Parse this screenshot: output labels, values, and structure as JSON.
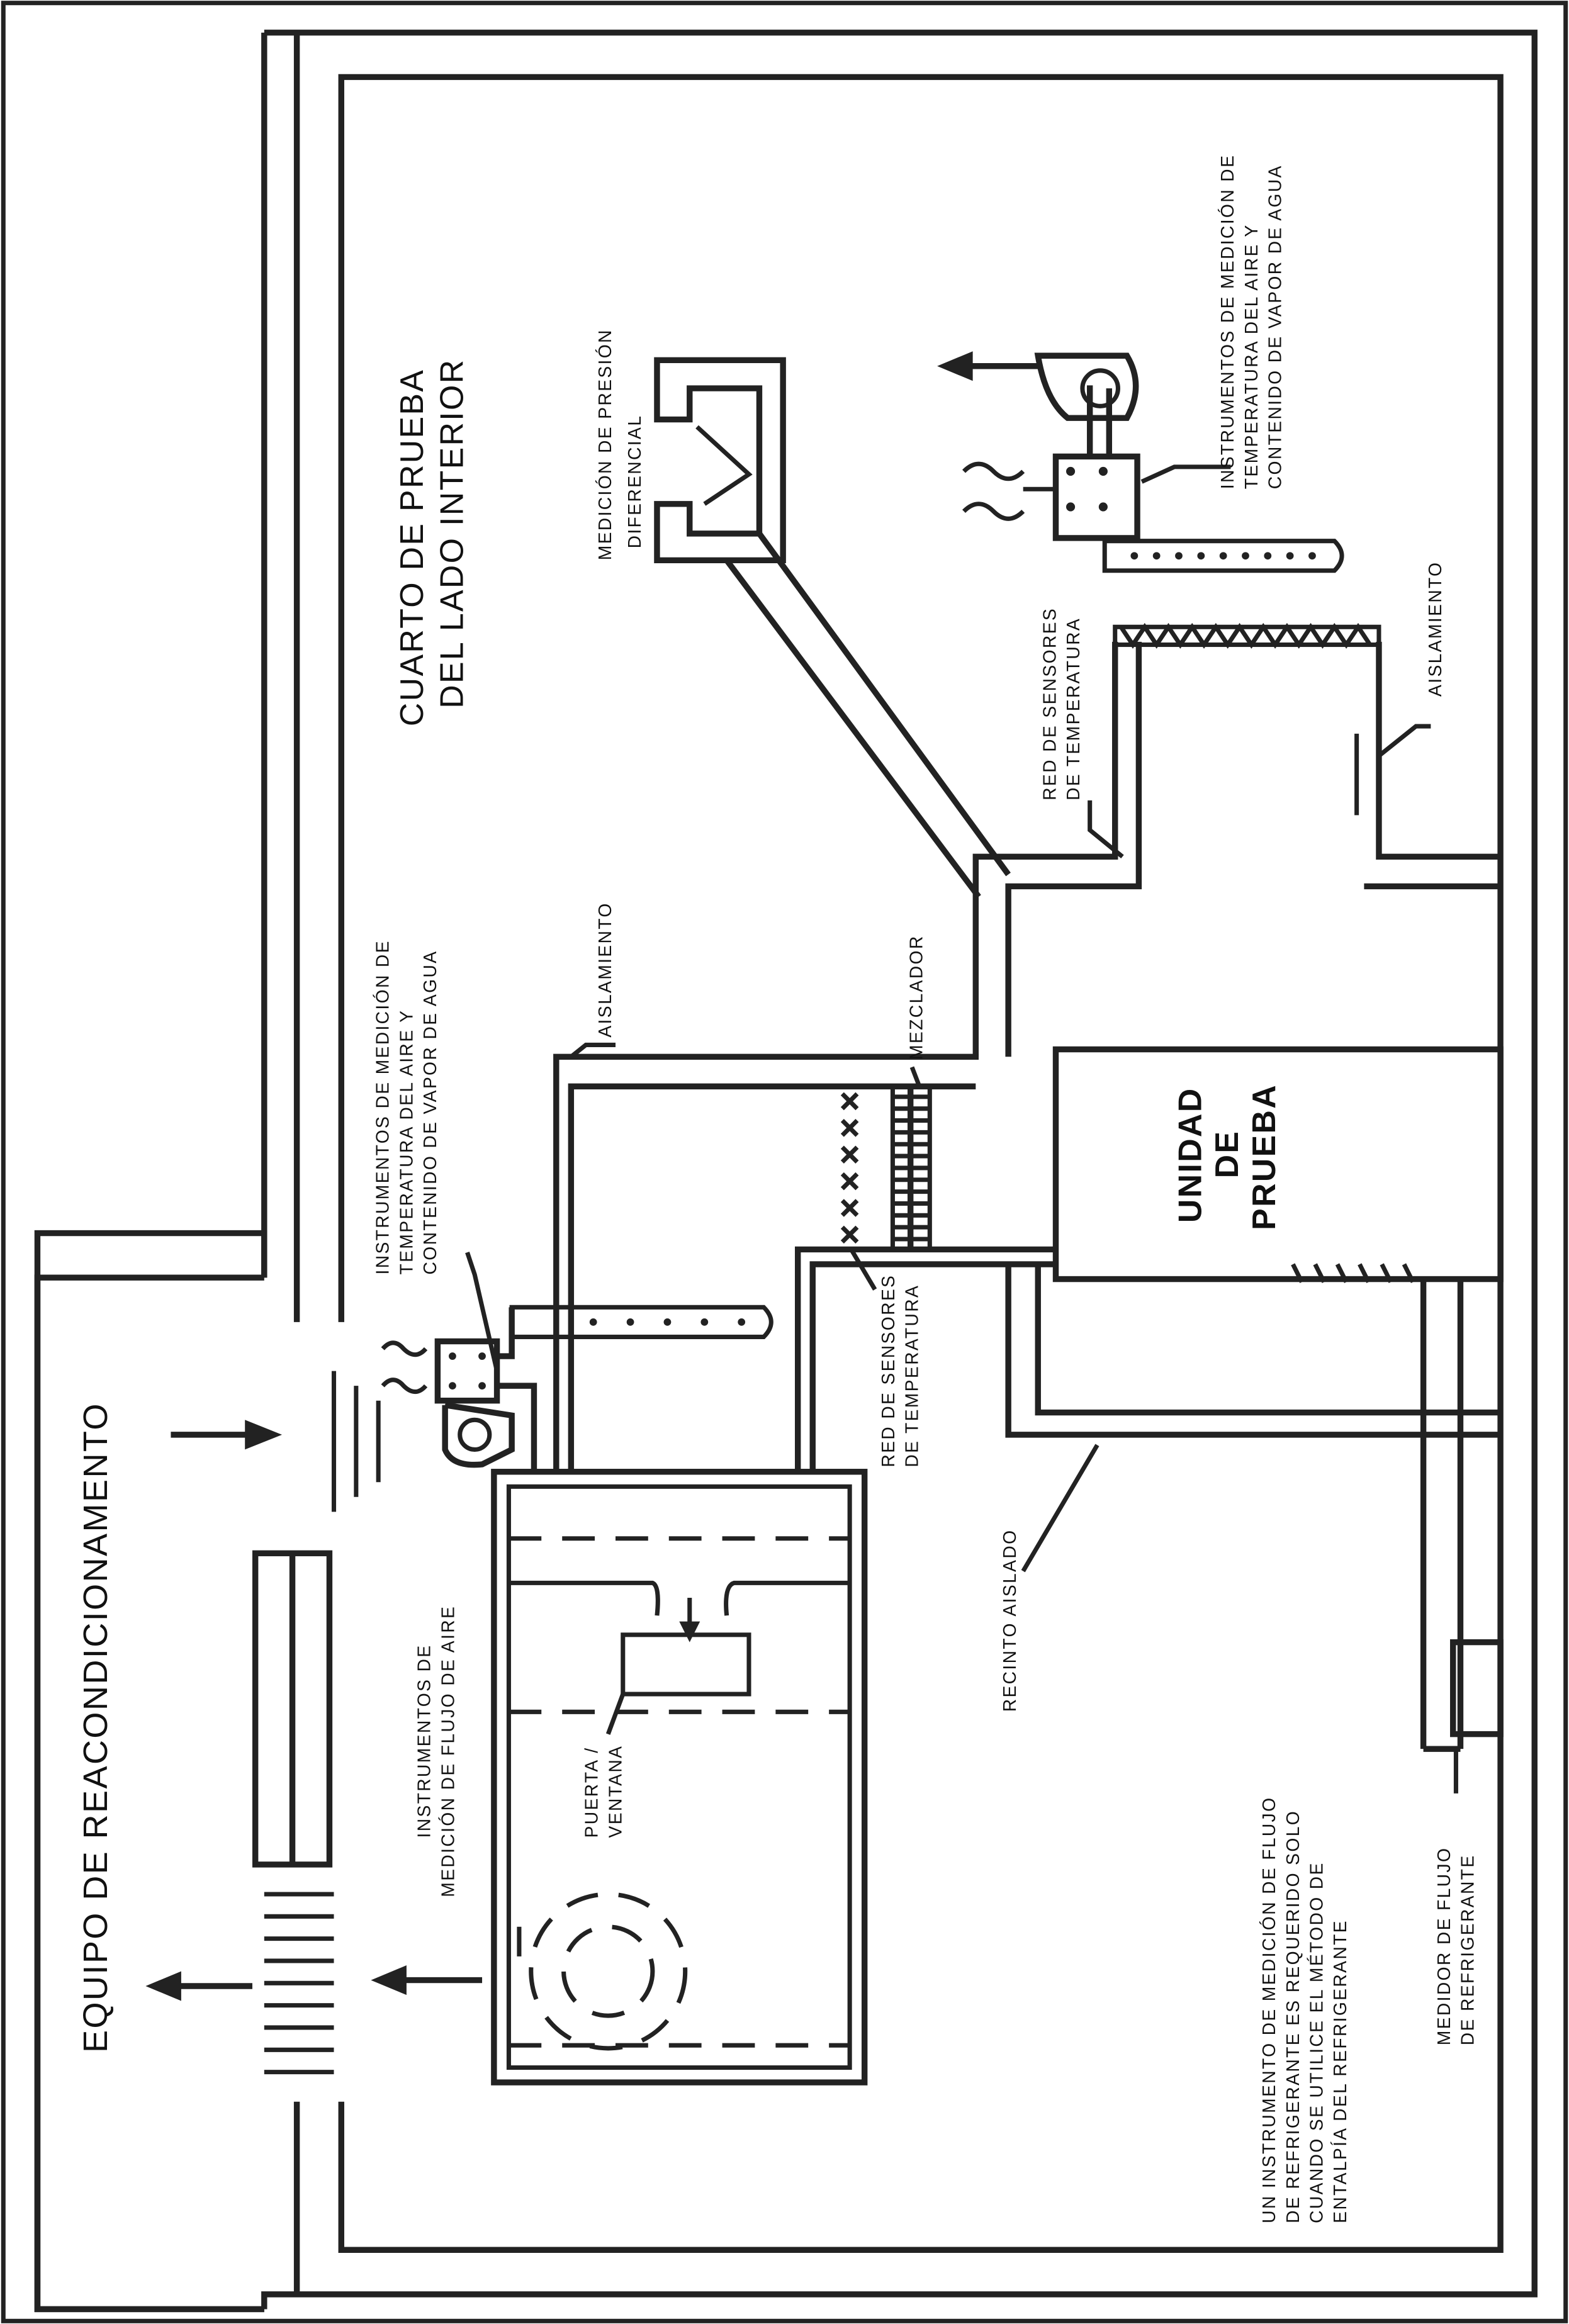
{
  "diagram": {
    "labels": {
      "room_title_1": "CUARTO DE PRUEBA",
      "room_title_2": "DEL LADO INTERIOR",
      "reconditioning": "EQUIPO DE REACONDICIONAMENTO",
      "unit_1": "UNIDAD",
      "unit_2": "DE",
      "unit_3": "PRUEBA",
      "pressure_1": "MEDICIÓN DE PRESIÓN",
      "pressure_2": "DIFERENCIAL",
      "instr_top_1": "INSTRUMENTOS DE MEDICIÓN DE",
      "instr_top_2": "TEMPERATURA DEL AIRE Y",
      "instr_top_3": "CONTENIDO DE VAPOR DE AGUA",
      "instr_left_1": "INSTRUMENTOS DE MEDICIÓN DE",
      "instr_left_2": "TEMPERATURA DEL AIRE Y",
      "instr_left_3": "CONTENIDO DE VAPOR DE AGUA",
      "sensor_top_1": "RED DE SENSORES",
      "sensor_top_2": "DE TEMPERATURA",
      "sensor_mid_1": "RED DE SENSORES",
      "sensor_mid_2": "DE TEMPERATURA",
      "insulation_top": "AISLAMIENTO",
      "insulation_left": "AISLAMIENTO",
      "mixer": "MEZCLADOR",
      "enclosure": "RECINTO AISLADO",
      "door_1": "PUERTA /",
      "door_2": "VENTANA",
      "airflow_1": "INSTRUMENTOS DE",
      "airflow_2": "MEDICIÓN DE FLUJO DE AIRE",
      "note_1": "UN INSTRUMENTO DE MEDICIÓN DE FLUJO",
      "note_2": "DE REFRIGERANTE ES REQUERIDO SOLO",
      "note_3": "CUANDO SE UTILICE EL MÉTODO DE",
      "note_4": "ENTALPÍA DEL REFRIGERANTE",
      "meter_1": "MEDIDOR DE FLUJO",
      "meter_2": "DE REFRIGERANTE"
    },
    "colors": {
      "line": "#222222",
      "background": "#ffffff"
    }
  }
}
